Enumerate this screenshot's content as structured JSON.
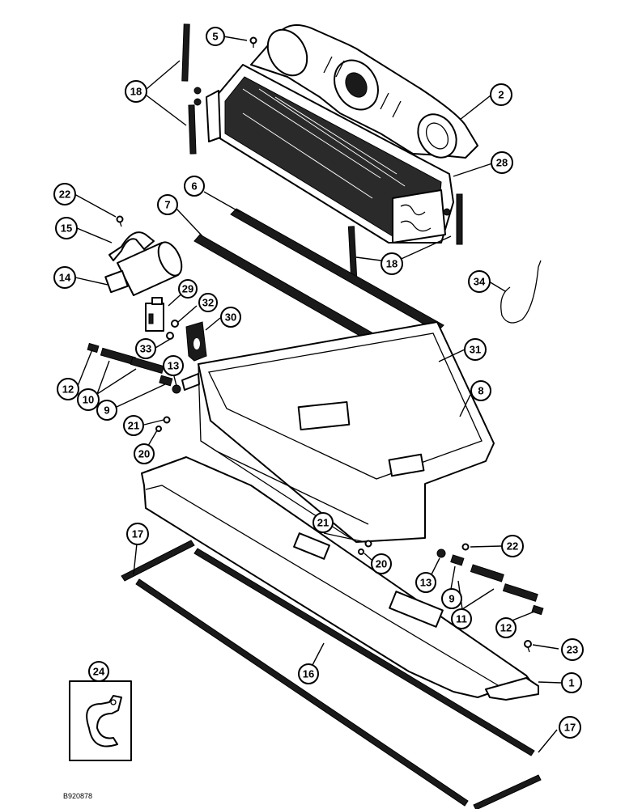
{
  "drawing_code": "B920878",
  "callouts": [
    {
      "id": "c5",
      "label": "5"
    },
    {
      "id": "c18a",
      "label": "18"
    },
    {
      "id": "c2",
      "label": "2"
    },
    {
      "id": "c28",
      "label": "28"
    },
    {
      "id": "c22a",
      "label": "22"
    },
    {
      "id": "c6",
      "label": "6"
    },
    {
      "id": "c7",
      "label": "7"
    },
    {
      "id": "c15",
      "label": "15"
    },
    {
      "id": "c14",
      "label": "14"
    },
    {
      "id": "c18b",
      "label": "18"
    },
    {
      "id": "c34",
      "label": "34"
    },
    {
      "id": "c29",
      "label": "29"
    },
    {
      "id": "c32",
      "label": "32"
    },
    {
      "id": "c30",
      "label": "30"
    },
    {
      "id": "c33",
      "label": "33"
    },
    {
      "id": "c31",
      "label": "31"
    },
    {
      "id": "c13a",
      "label": "13"
    },
    {
      "id": "c12a",
      "label": "12"
    },
    {
      "id": "c10",
      "label": "10"
    },
    {
      "id": "c8",
      "label": "8"
    },
    {
      "id": "c9a",
      "label": "9"
    },
    {
      "id": "c21a",
      "label": "21"
    },
    {
      "id": "c20a",
      "label": "20"
    },
    {
      "id": "c17a",
      "label": "17"
    },
    {
      "id": "c21b",
      "label": "21"
    },
    {
      "id": "c22b",
      "label": "22"
    },
    {
      "id": "c20b",
      "label": "20"
    },
    {
      "id": "c13b",
      "label": "13"
    },
    {
      "id": "c9b",
      "label": "9"
    },
    {
      "id": "c11",
      "label": "11"
    },
    {
      "id": "c12b",
      "label": "12"
    },
    {
      "id": "c23",
      "label": "23"
    },
    {
      "id": "c16",
      "label": "16"
    },
    {
      "id": "c24",
      "label": "24"
    },
    {
      "id": "c1",
      "label": "1"
    },
    {
      "id": "c17b",
      "label": "17"
    }
  ]
}
